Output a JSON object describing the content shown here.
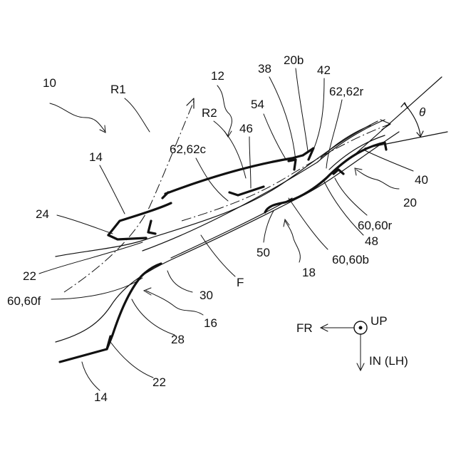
{
  "labels": {
    "l10": "10",
    "r1": "R1",
    "l12": "12",
    "l38": "38",
    "l20b": "20b",
    "l42": "42",
    "l62r": "62,62r",
    "theta": "θ",
    "l54": "54",
    "r2": "R2",
    "l46": "46",
    "l14_top": "14",
    "l62c": "62,62c",
    "l40": "40",
    "l20": "20",
    "l24": "24",
    "l60r": "60,60r",
    "l48": "48",
    "l50": "50",
    "l60b": "60,60b",
    "l22_left": "22",
    "f": "F",
    "l18": "18",
    "l30": "30",
    "l60f": "60,60f",
    "l16": "16",
    "l28": "28",
    "l22_bottom": "22",
    "l14_bottom": "14"
  },
  "direction_legend": {
    "fr": "FR",
    "up": "UP",
    "in": "IN (LH)"
  }
}
